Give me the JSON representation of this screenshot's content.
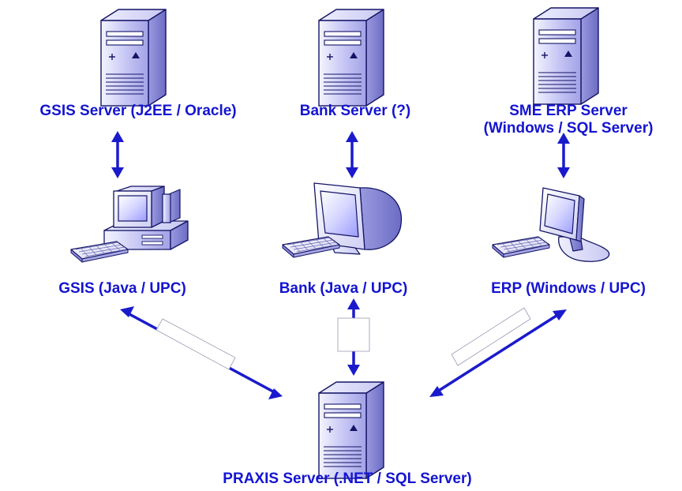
{
  "nodes": {
    "gsis_server": {
      "label": "GSIS Server (J2EE / Oracle)",
      "icon": "server-tower-icon"
    },
    "bank_server": {
      "label": "Bank Server (?)",
      "icon": "server-tower-icon"
    },
    "erp_server": {
      "label_line1": "SME ERP Server",
      "label_line2": "(Windows / SQL Server)",
      "icon": "server-tower-icon"
    },
    "gsis_client": {
      "label": "GSIS (Java / UPC)",
      "icon": "desktop-computer-icon"
    },
    "bank_client": {
      "label": "Bank (Java / UPC)",
      "icon": "crt-workstation-icon"
    },
    "erp_client": {
      "label": "ERP (Windows / UPC)",
      "icon": "lcd-workstation-icon"
    },
    "praxis_server": {
      "label": "PRAXIS Server (.NET / SQL Server)",
      "icon": "server-tower-icon"
    }
  },
  "connections": [
    {
      "from": "gsis_server",
      "to": "gsis_client",
      "direction": "both"
    },
    {
      "from": "bank_server",
      "to": "bank_client",
      "direction": "both"
    },
    {
      "from": "erp_server",
      "to": "erp_client",
      "direction": "both"
    },
    {
      "from": "gsis_client",
      "to": "praxis_server",
      "direction": "both"
    },
    {
      "from": "bank_client",
      "to": "praxis_server",
      "direction": "both"
    },
    {
      "from": "erp_client",
      "to": "praxis_server",
      "direction": "both"
    }
  ],
  "colors": {
    "label": "#1414d2",
    "arrow": "#1a1acc",
    "server_face": "#c9c9f5",
    "server_side": "#8c8cd8",
    "outline": "#141466"
  }
}
